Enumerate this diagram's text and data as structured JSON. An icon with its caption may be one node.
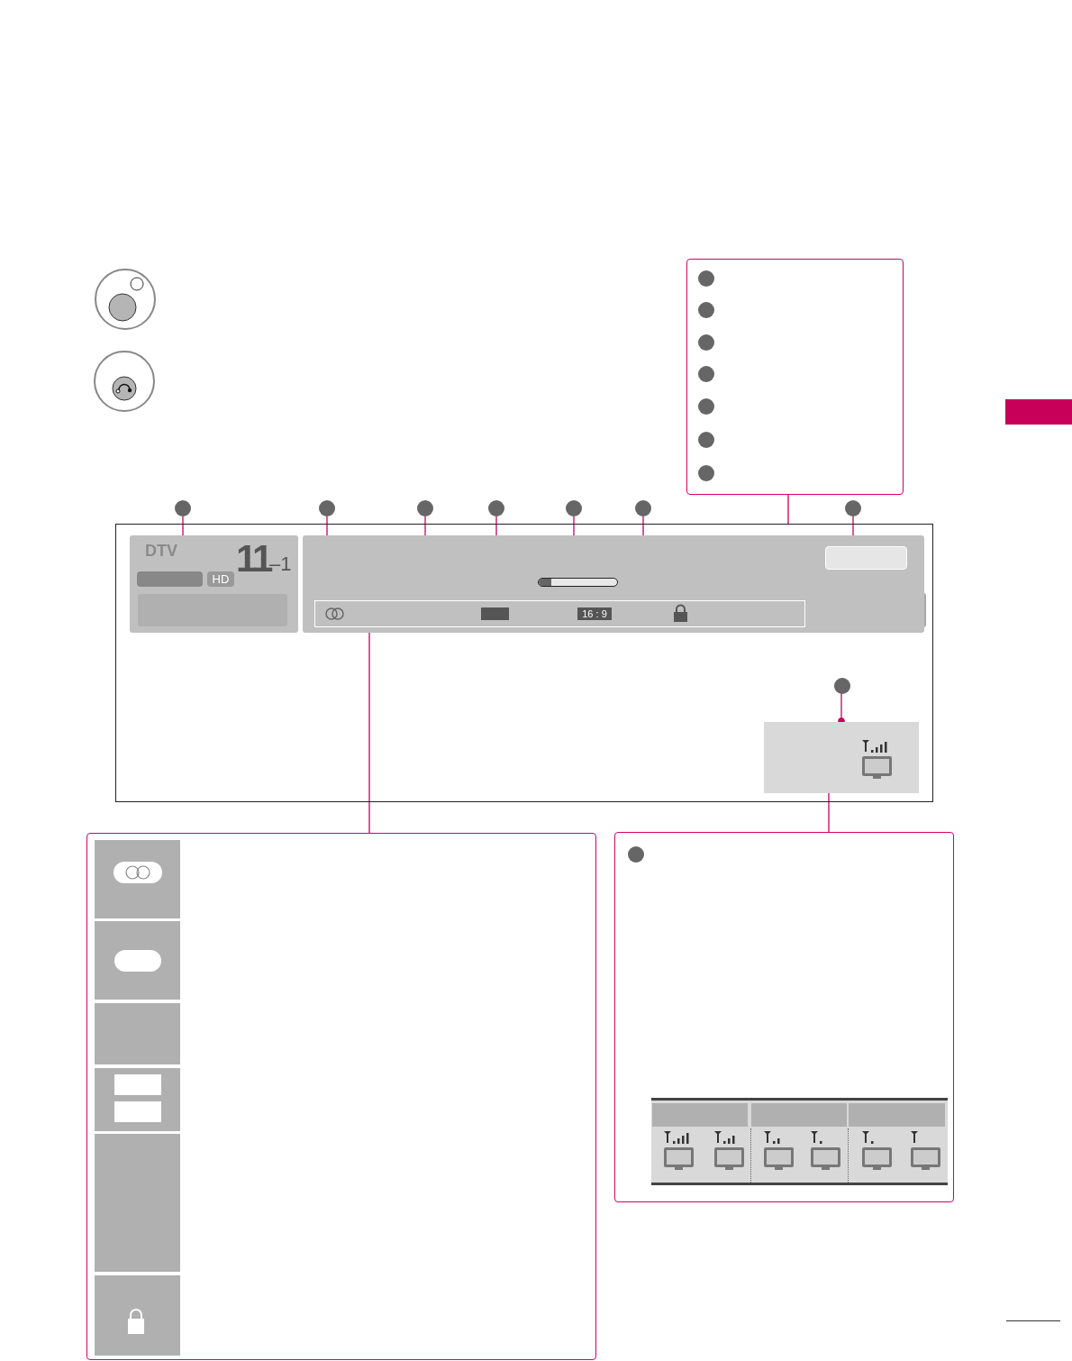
{
  "diagram": {
    "nodes": [
      {
        "text": [],
        "shape": "box"
      },
      {
        "text": [],
        "shape": "circle",
        "in": 0
      },
      {
        "text": [],
        "shape": "circle",
        "in": 0
      },
      {
        "text": [],
        "shape": "circle",
        "in": 0
      },
      {
        "text": [],
        "shape": "circle",
        "in": 0
      },
      {
        "text": [],
        "shape": "circle",
        "in": 0
      },
      {
        "text": [],
        "shape": "circle",
        "in": 0
      },
      {
        "text": [],
        "shape": "circle",
        "in": 0
      },
      {
        "text": [],
        "shape": "box"
      },
      {
        "text": [
          "DTV",
          "11",
          "–1",
          "HD"
        ],
        "in": 8
      },
      {
        "text": [],
        "shape": "box",
        "in": 8
      },
      {
        "text": [
          "16 : 9"
        ],
        "in": 10
      },
      {
        "text": [],
        "shape": "box",
        "in": 8
      },
      {
        "text": [],
        "shape": "circle"
      },
      {
        "text": [],
        "shape": "circle"
      },
      {
        "text": [],
        "shape": "circle"
      },
      {
        "text": [],
        "shape": "circle"
      },
      {
        "text": [],
        "shape": "circle"
      },
      {
        "text": [],
        "shape": "circle"
      },
      {
        "text": [],
        "shape": "circle"
      },
      {
        "text": [],
        "shape": "circle",
        "in": 8
      },
      {
        "text": [],
        "shape": "box"
      },
      {
        "text": [],
        "shape": "box"
      },
      {
        "text": [],
        "shape": "circle",
        "in": 22
      },
      {
        "text": [],
        "shape": "bar",
        "in": 9
      },
      {
        "text": [],
        "shape": "box",
        "in": 10
      },
      {
        "text": [],
        "shape": "bar",
        "in": 10
      },
      {
        "text": [],
        "shape": "box"
      }
    ],
    "edges": [
      {
        "from": 0,
        "to": 8,
        "arrow": "none"
      },
      {
        "from": 13,
        "to": 9,
        "arrow": "other"
      },
      {
        "from": 14,
        "to": 10,
        "arrow": "other"
      },
      {
        "from": 15,
        "to": 10,
        "arrow": "other"
      },
      {
        "from": 16,
        "to": 10,
        "arrow": "other"
      },
      {
        "from": 17,
        "to": 26,
        "arrow": "other"
      },
      {
        "from": 18,
        "to": 10,
        "arrow": "other"
      },
      {
        "from": 19,
        "to": 25,
        "arrow": "other"
      },
      {
        "from": 20,
        "to": 12,
        "arrow": "other"
      },
      {
        "from": 11,
        "to": 21,
        "arrow": "other"
      },
      {
        "from": 12,
        "to": 22,
        "arrow": "none"
      }
    ]
  }
}
